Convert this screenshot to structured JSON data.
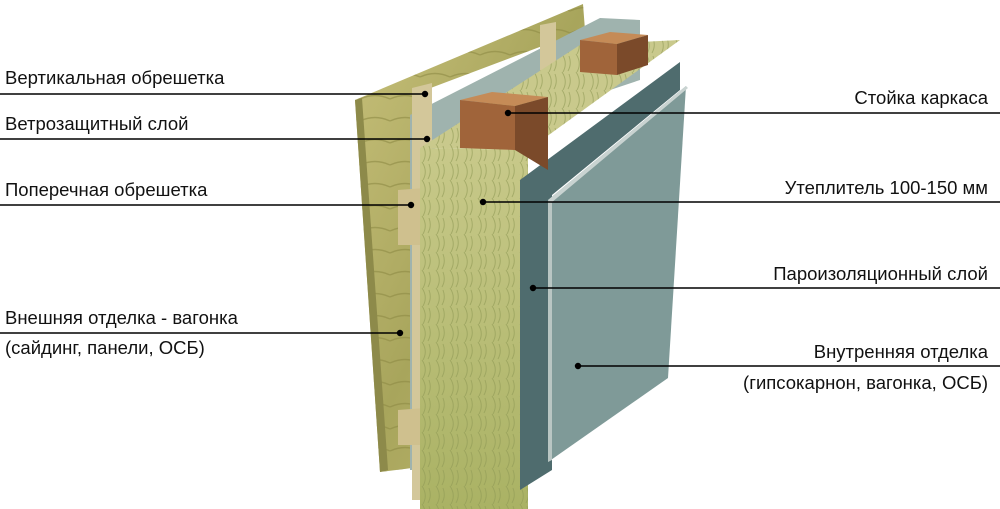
{
  "left_labels": {
    "vertical_batten": "Вертикальная обрешетка",
    "windproof_layer": "Ветрозащитный слой",
    "cross_batten": "Поперечная обрешетка",
    "exterior_finish": "Внешняя отделка - вагонка",
    "exterior_finish_note": "(сайдинг, панели, ОСБ)"
  },
  "right_labels": {
    "frame_stud": "Стойка каркаса",
    "insulation": "Утеплитель 100-150 мм",
    "vapor_barrier": "Пароизоляционный слой",
    "interior_finish": "Внутренняя отделка",
    "interior_finish_note": "(гипсокарнон, вагонка, ОСБ)"
  },
  "colors": {
    "siding": "#b7b56a",
    "insulation": "#b9bd6e",
    "membrane": "#4f6c6e",
    "interior_board": "#7f9a98",
    "stud": "#a0643a"
  }
}
